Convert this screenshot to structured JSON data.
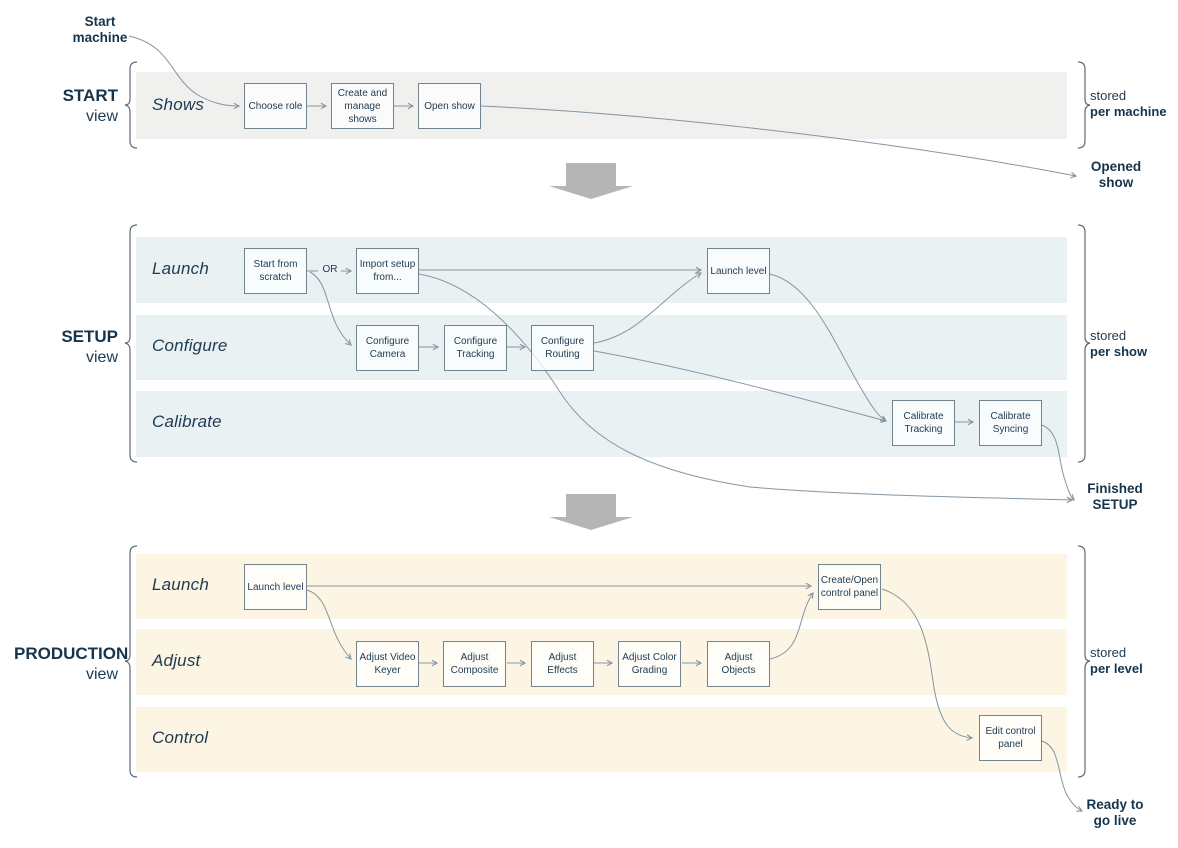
{
  "diagram": {
    "annotations": {
      "start_machine": "Start\nmachine",
      "opened_show": "Opened\nshow",
      "finished_setup": "Finished\nSETUP",
      "ready_to_go_live": "Ready to\ngo live",
      "or": "OR"
    },
    "sections": {
      "start": {
        "title": "START",
        "subtitle": "view",
        "stored": "stored",
        "stored_scope": "per machine",
        "bands": {
          "shows": {
            "label": "Shows",
            "boxes": {
              "choose_role": "Choose role",
              "create_manage_shows": "Create and manage shows",
              "open_show": "Open show"
            }
          }
        }
      },
      "setup": {
        "title": "SETUP",
        "subtitle": "view",
        "stored": "stored",
        "stored_scope": "per show",
        "bands": {
          "launch": {
            "label": "Launch",
            "boxes": {
              "start_from_scratch": "Start from scratch",
              "import_setup_from": "Import setup from...",
              "launch_level": "Launch level"
            }
          },
          "configure": {
            "label": "Configure",
            "boxes": {
              "configure_camera": "Configure Camera",
              "configure_tracking": "Configure Tracking",
              "configure_routing": "Configure Routing"
            }
          },
          "calibrate": {
            "label": "Calibrate",
            "boxes": {
              "calibrate_tracking": "Calibrate Tracking",
              "calibrate_syncing": "Calibrate Syncing"
            }
          }
        }
      },
      "production": {
        "title": "PRODUCTION",
        "subtitle": "view",
        "stored": "stored",
        "stored_scope": "per level",
        "bands": {
          "launch": {
            "label": "Launch",
            "boxes": {
              "launch_level": "Launch level",
              "create_open_control_panel": "Create/Open control panel"
            }
          },
          "adjust": {
            "label": "Adjust",
            "boxes": {
              "adjust_video_keyer": "Adjust Video Keyer",
              "adjust_composite": "Adjust Composite",
              "adjust_effects": "Adjust Effects",
              "adjust_color_grading": "Adjust Color Grading",
              "adjust_objects": "Adjust Objects"
            }
          },
          "control": {
            "label": "Control",
            "boxes": {
              "edit_control_panel": "Edit control panel"
            }
          }
        }
      }
    },
    "colors": {
      "band_start": "#f0f0ee",
      "band_setup": "#e9f1f2",
      "band_production": "#fcf5e3",
      "box_border": "#73848f",
      "box_fill": "#fbfcfc",
      "connector": "#8496a3",
      "brace": "#5c6b77",
      "text_navy": "#1e3a52",
      "block_arrow_gray": "#b5b5b5"
    }
  }
}
